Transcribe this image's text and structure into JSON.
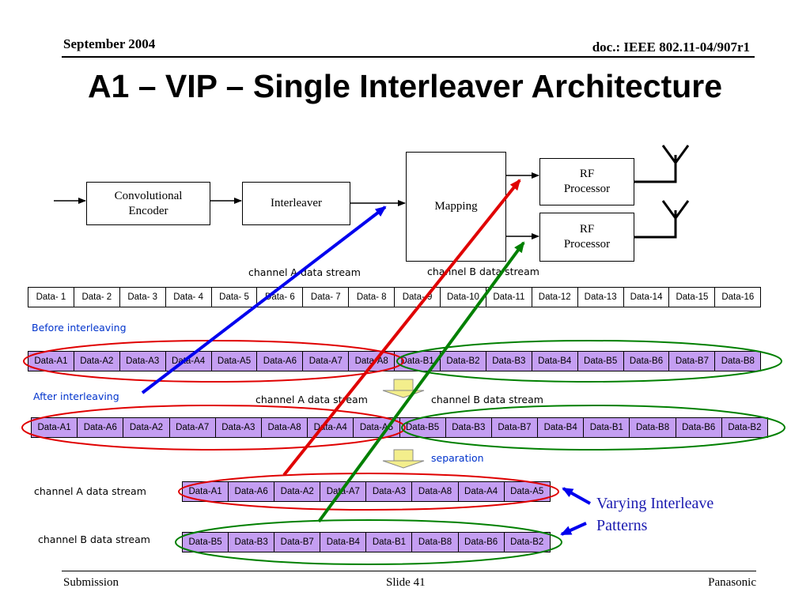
{
  "header": {
    "date": "September 2004",
    "doc_id": "doc.: IEEE 802.11-04/907r1"
  },
  "title": "A1 – VIP – Single Interleaver Architecture",
  "blocks": {
    "conv_encoder": "Convolutional\nEncoder",
    "interleaver": "Interleaver",
    "mapping": "Mapping",
    "rf_top": "RF\nProcessor",
    "rf_bottom": "RF\nProcessor"
  },
  "labels": {
    "channel_a_top": "channel A data stream",
    "channel_b_top": "channel B data stream",
    "before_interleaving": "Before interleaving",
    "after_interleaving": "After interleaving",
    "channel_a_mid": "channel A data stream",
    "channel_b_mid": "channel B data stream",
    "separation": "separation",
    "channel_a_stream": "channel A data stream",
    "channel_b_stream": "channel B data stream",
    "note": "Varying Interleave\nPatterns"
  },
  "rows": {
    "raw": [
      "Data- 1",
      "Data- 2",
      "Data- 3",
      "Data- 4",
      "Data- 5",
      "Data- 6",
      "Data- 7",
      "Data- 8",
      "Data- 9",
      "Data-10",
      "Data-11",
      "Data-12",
      "Data-13",
      "Data-14",
      "Data-15",
      "Data-16"
    ],
    "before": [
      "Data-A1",
      "Data-A2",
      "Data-A3",
      "Data-A4",
      "Data-A5",
      "Data-A6",
      "Data-A7",
      "Data-A8",
      "Data-B1",
      "Data-B2",
      "Data-B3",
      "Data-B4",
      "Data-B5",
      "Data-B6",
      "Data-B7",
      "Data-B8"
    ],
    "after": [
      "Data-A1",
      "Data-A6",
      "Data-A2",
      "Data-A7",
      "Data-A3",
      "Data-A8",
      "Data-A4",
      "Data-A5",
      "Data-B5",
      "Data-B3",
      "Data-B7",
      "Data-B4",
      "Data-B1",
      "Data-B8",
      "Data-B6",
      "Data-B2"
    ],
    "chan_a": [
      "Data-A1",
      "Data-A6",
      "Data-A2",
      "Data-A7",
      "Data-A3",
      "Data-A8",
      "Data-A4",
      "Data-A5"
    ],
    "chan_b": [
      "Data-B5",
      "Data-B3",
      "Data-B7",
      "Data-B4",
      "Data-B1",
      "Data-B8",
      "Data-B6",
      "Data-B2"
    ]
  },
  "colors": {
    "cell_fill": "#c49ef2",
    "ellipse_a": "#e00000",
    "ellipse_b": "#008000",
    "arrow_blue": "#0000ee",
    "label_blue": "#0033cc"
  },
  "footer": {
    "left": "Submission",
    "center": "Slide 41",
    "right": "Panasonic"
  }
}
